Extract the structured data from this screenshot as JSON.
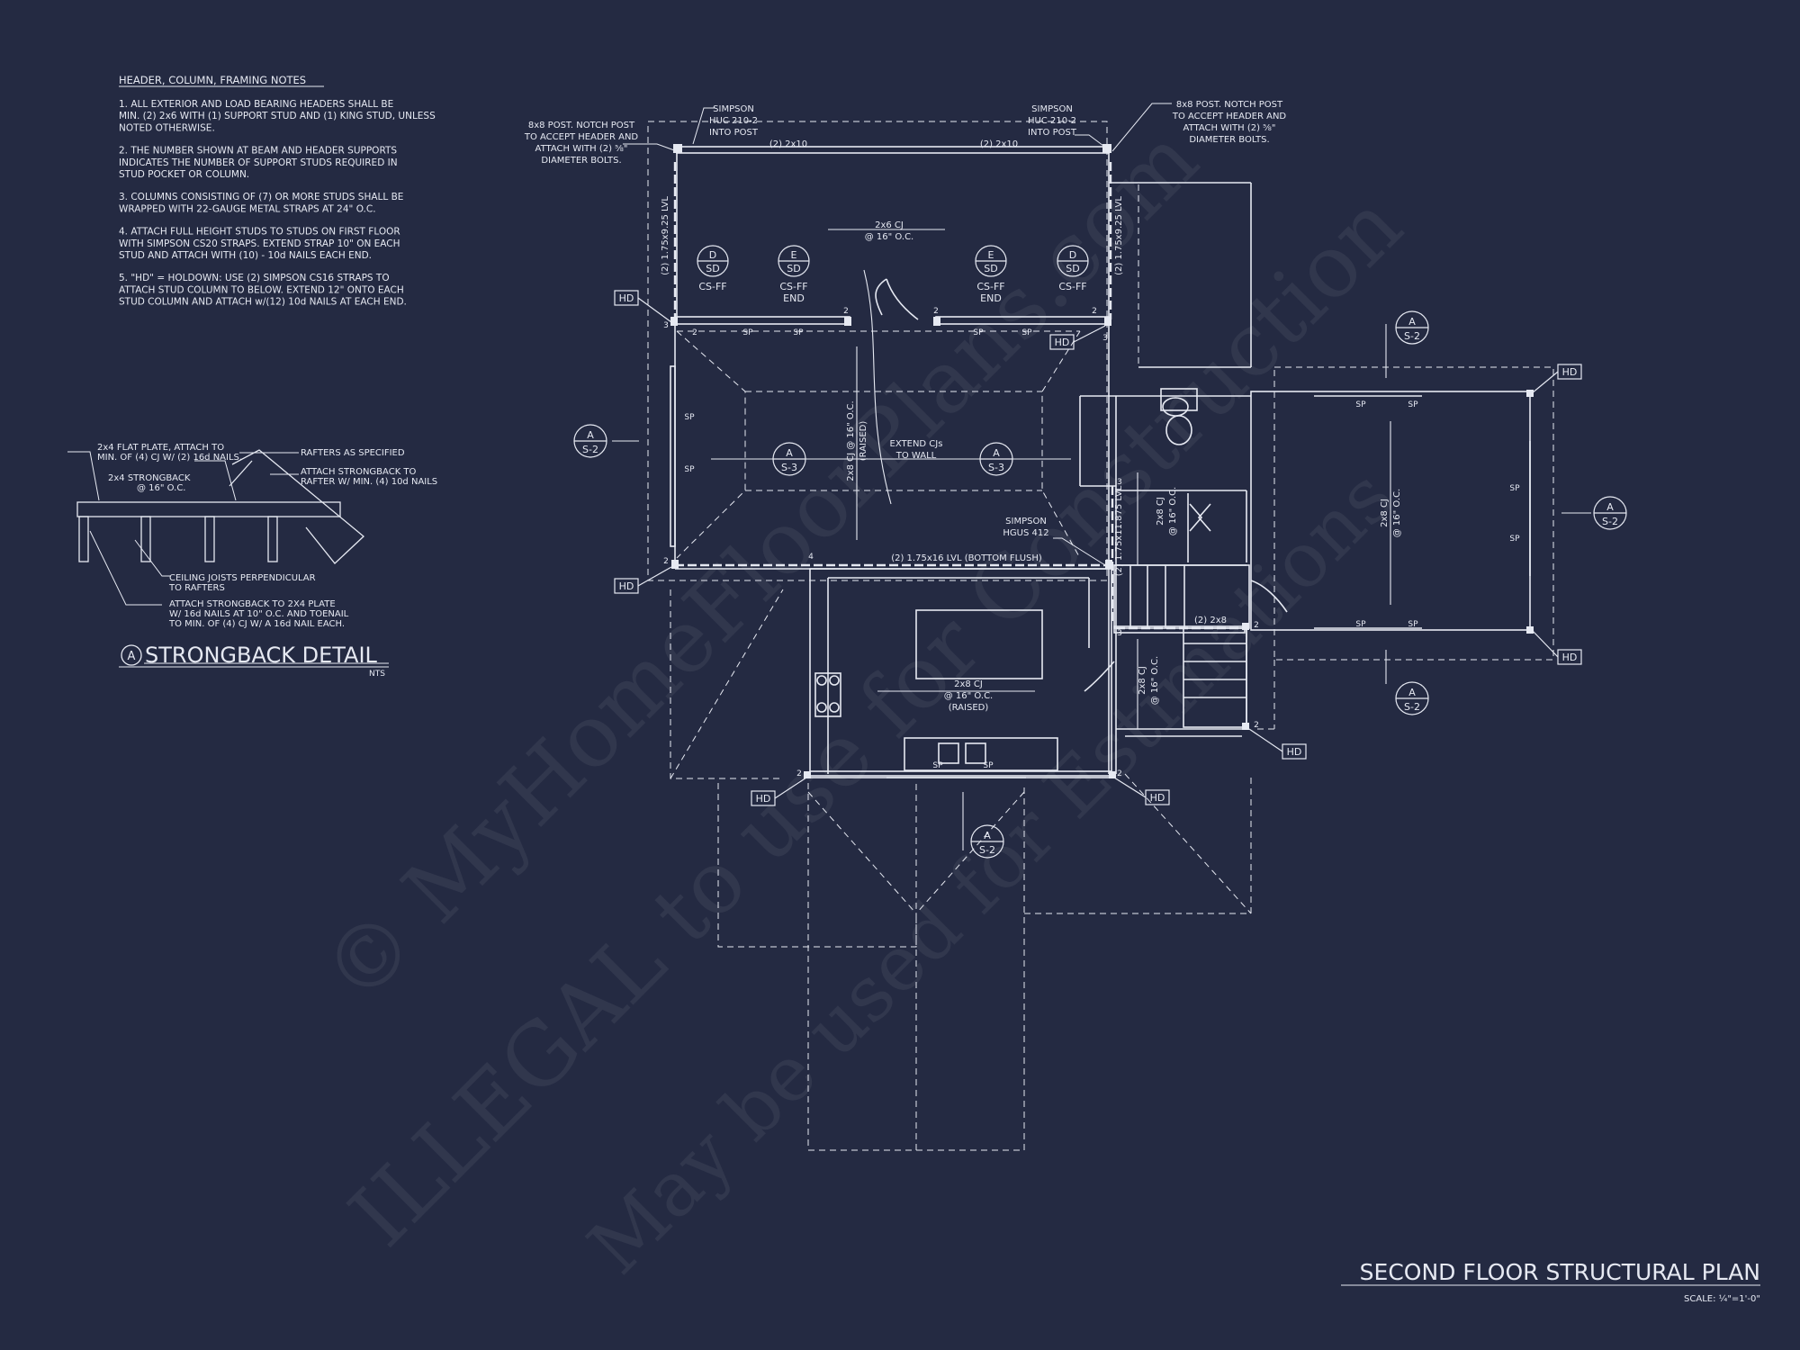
{
  "colors": {
    "background": "#242a42",
    "line": "#e6e9f2"
  },
  "notes": {
    "heading": "HEADER, COLUMN, FRAMING NOTES",
    "items": [
      [
        "1. ALL EXTERIOR AND LOAD BEARING HEADERS SHALL BE",
        "MIN. (2) 2x6 WITH (1) SUPPORT STUD AND (1) KING STUD, UNLESS",
        "NOTED OTHERWISE."
      ],
      [
        "2. THE NUMBER SHOWN AT BEAM AND HEADER SUPPORTS",
        "INDICATES THE NUMBER OF SUPPORT STUDS REQUIRED IN",
        "STUD POCKET OR COLUMN."
      ],
      [
        "3. COLUMNS CONSISTING OF (7) OR MORE STUDS SHALL BE",
        "WRAPPED WITH 22-GAUGE METAL STRAPS AT 24\" O.C."
      ],
      [
        "4. ATTACH FULL HEIGHT STUDS TO STUDS ON FIRST FLOOR",
        "WITH SIMPSON CS20 STRAPS. EXTEND STRAP 10\" ON EACH",
        "STUD AND ATTACH WITH (10) - 10d NAILS EACH END."
      ],
      [
        "5. \"HD\" = HOLDOWN: USE (2) SIMPSON CS16 STRAPS TO",
        "ATTACH STUD COLUMN TO BELOW. EXTEND 12\" ONTO EACH",
        "STUD COLUMN AND ATTACH w/(12) 10d NAILS AT EACH END."
      ]
    ]
  },
  "detail": {
    "callout_letter": "A",
    "title": "STRONGBACK DETAIL",
    "scale": "NTS",
    "labels": {
      "flat_plate": [
        "2x4 FLAT PLATE, ATTACH TO",
        "MIN. OF (4) CJ W/ (2) 16d NAILS."
      ],
      "strongback": [
        "2x4 STRONGBACK",
        "@ 16\" O.C."
      ],
      "rafters": "RAFTERS AS SPECIFIED",
      "attach_strongback": [
        "ATTACH STRONGBACK TO",
        "RAFTER W/ MIN. (4) 10d NAILS"
      ],
      "ceiling_joists": [
        "CEILING JOISTS PERPENDICULAR",
        "TO RAFTERS"
      ],
      "attach_plate": [
        "ATTACH STRONGBACK TO 2X4 PLATE",
        "W/ 16d NAILS AT 10\" O.C. AND TOENAIL",
        "TO MIN. OF (4) CJ W/ A 16d NAIL EACH."
      ]
    }
  },
  "plan": {
    "post_left": [
      "8x8 POST. NOTCH POST",
      "TO ACCEPT HEADER AND",
      "ATTACH WITH (2) ⅝\"",
      "DIAMETER BOLTS."
    ],
    "post_right": [
      "8x8 POST. NOTCH POST",
      "TO ACCEPT HEADER AND",
      "ATTACH WITH (2) ⅝\"",
      "DIAMETER BOLTS."
    ],
    "simpson_left": [
      "SIMPSON",
      "HUC 210-2",
      "INTO POST"
    ],
    "simpson_right": [
      "SIMPSON",
      "HUC 210-2",
      "INTO POST"
    ],
    "simpson_hgus": [
      "SIMPSON",
      "HGUS 412"
    ],
    "header_2x10": "(2) 2x10",
    "header_2x8": "(2) 2x8",
    "lvl_left": "(2) 1.75x9.25 LVL",
    "lvl_right": "(2) 1.75x9.25 LVL",
    "lvl_stair": "(2) 1.75x11.875 LVL",
    "beam_mid": "(2) 1.75x16 LVL (BOTTOM FLUSH)",
    "cj_top": [
      "2x6 CJ",
      "@ 16\" O.C."
    ],
    "cj_raised": [
      "2x8 CJ @ 16\" O.C.",
      "(RAISED)"
    ],
    "extend": [
      "EXTEND CJs",
      "TO WALL"
    ],
    "cj_kitchen": [
      "2x8 CJ",
      "@ 16\" O.C.",
      "(RAISED)"
    ],
    "cj_right": [
      "2x8 CJ",
      "@ 16\" O.C."
    ],
    "cj_bath": [
      "2x8 CJ",
      "@ 16\" O.C."
    ],
    "cj_stair": [
      "2x8 CJ",
      "@ 16\" O.C."
    ],
    "hd": "HD",
    "sp": "SP",
    "studs_2": "2",
    "studs_3": "3",
    "studs_4": "4",
    "fixtures": [
      {
        "top": "D",
        "bottom": "SD",
        "label": [
          "CS-FF"
        ]
      },
      {
        "top": "E",
        "bottom": "SD",
        "label": [
          "CS-FF",
          "END"
        ]
      },
      {
        "top": "E",
        "bottom": "SD",
        "label": [
          "CS-FF",
          "END"
        ]
      },
      {
        "top": "D",
        "bottom": "SD",
        "label": [
          "CS-FF"
        ]
      }
    ],
    "section_letter": "A",
    "section_s2": "S-2",
    "section_s3": "S-3"
  },
  "watermark": {
    "line1": "© MyHomeFloorPlans.com",
    "line2": "ILLEGAL to use for Construction",
    "line3": "May be used for Estimations"
  },
  "title_block": {
    "title": "SECOND FLOOR STRUCTURAL PLAN",
    "scale": "SCALE: ¼\"=1'-0\""
  }
}
